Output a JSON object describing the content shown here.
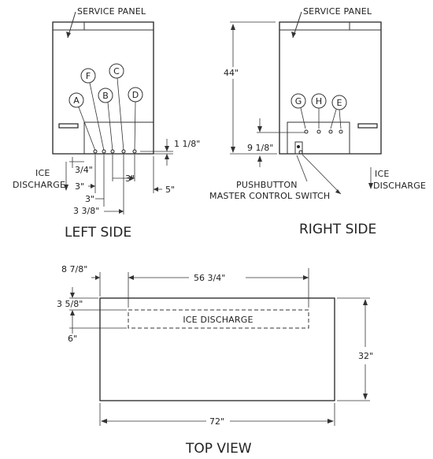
{
  "labels": {
    "service_panel_left": "SERVICE PANEL",
    "service_panel_right": "SERVICE PANEL",
    "left_side": "LEFT SIDE",
    "right_side": "RIGHT SIDE",
    "top_view": "TOP VIEW",
    "ice_discharge_left_1": "ICE",
    "ice_discharge_left_2": "DISCHARGE",
    "ice_discharge_right_1": "ICE",
    "ice_discharge_right_2": "DISCHARGE",
    "pushbutton": "PUSHBUTTON",
    "master_control": "MASTER CONTROL SWITCH",
    "ice_discharge_top": "ICE DISCHARGE"
  },
  "connections_left": [
    "A",
    "B",
    "C",
    "D",
    "F"
  ],
  "connections_right": [
    "G",
    "H",
    "E"
  ],
  "dimensions": {
    "d_1_1_8": "1 1/8\"",
    "d_3_4": "3/4\"",
    "d_3a": "3\"",
    "d_3b": "3\"",
    "d_3c": "3\"",
    "d_5": "5\"",
    "d_3_3_8": "3 3/8\"",
    "d_44": "44\"",
    "d_9_1_8": "9 1/8\"",
    "d_8_7_8": "8 7/8\"",
    "d_56_3_4": "56 3/4\"",
    "d_3_5_8": "3 5/8\"",
    "d_6": "6\"",
    "d_32": "32\"",
    "d_72": "72\""
  }
}
